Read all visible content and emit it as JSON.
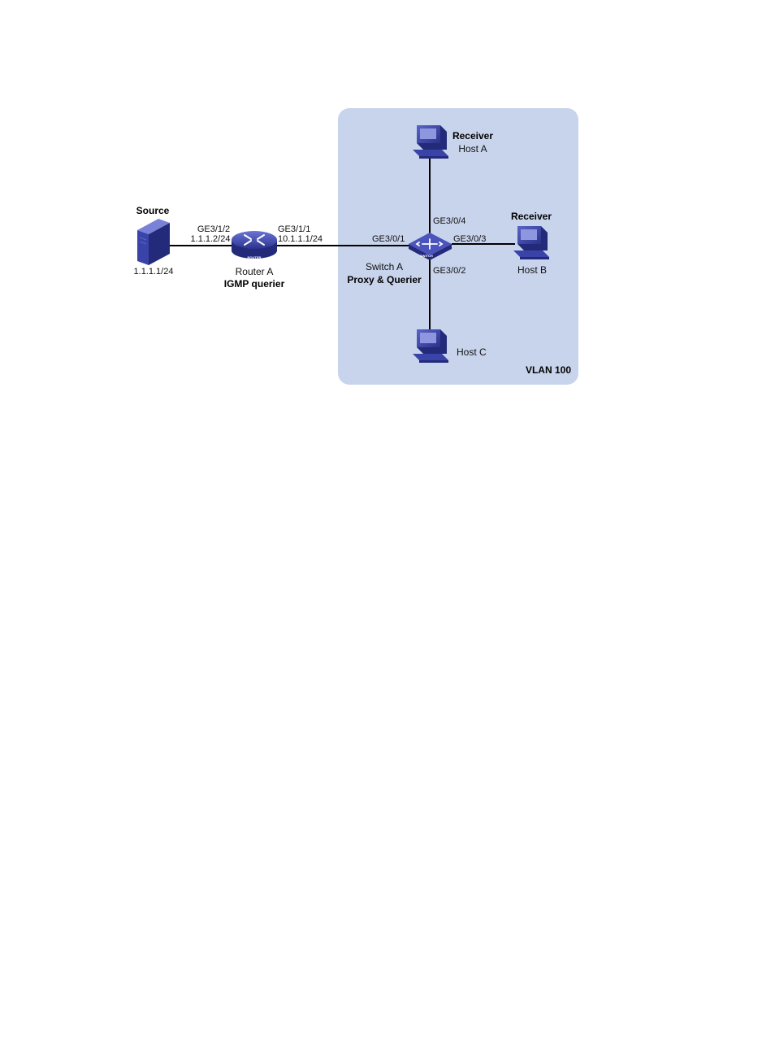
{
  "vlan": {
    "label": "VLAN 100",
    "color": "#c8d4ec"
  },
  "colors": {
    "device": "#3a44a8",
    "device_dark": "#232a7a",
    "device_light": "#8e96e0",
    "link": "#000000"
  },
  "source": {
    "role": "Source",
    "ip": "1.1.1.1/24",
    "icon": "server-icon"
  },
  "router": {
    "name": "Router A",
    "role": "IGMP querier",
    "icon": "router-icon",
    "tag": "ROUTER",
    "if_left": {
      "name": "GE3/1/2",
      "ip": "1.1.1.2/24"
    },
    "if_right": {
      "name": "GE3/1/1",
      "ip": "10.1.1.1/24"
    }
  },
  "switch": {
    "name": "Switch A",
    "role": "Proxy & Querier",
    "icon": "switch-icon",
    "tag": "SWITCH",
    "ports": {
      "up": "GE3/0/1",
      "top": "GE3/0/4",
      "right": "GE3/0/3",
      "bottom": "GE3/0/2"
    }
  },
  "hosts": {
    "a": {
      "role": "Receiver",
      "name": "Host A",
      "icon": "pc-icon"
    },
    "b": {
      "role": "Receiver",
      "name": "Host B",
      "icon": "pc-icon"
    },
    "c": {
      "name": "Host C",
      "icon": "pc-icon"
    }
  }
}
